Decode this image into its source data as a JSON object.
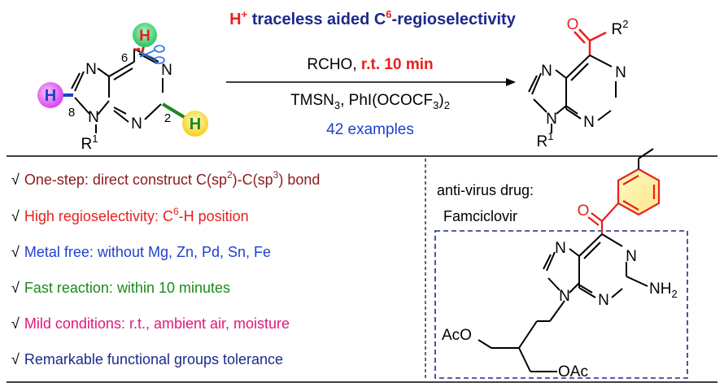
{
  "header": {
    "title": {
      "h": "H",
      "sup": "+",
      "mid": " traceless aided C",
      "sup2": "6",
      "end": "-regioselectivity"
    },
    "conditions": {
      "line1_reagent": "RCHO,",
      "line1_cond": " r.t. 10 min",
      "line2_a": "TMSN",
      "line2_sub1": "3",
      "line2_b": ", PhI(OCOCF",
      "line2_sub2": "3",
      "line2_c": ")",
      "line2_sub3": "2",
      "examples": "42 examples"
    }
  },
  "substrate": {
    "h_left": "H",
    "h_top": "H",
    "h_right": "H",
    "num_8": "8",
    "num_6": "6",
    "num_2": "2",
    "n7": "N",
    "n9": "N",
    "n1": "N",
    "n3": "N",
    "r1": "R",
    "r1_sup": "1"
  },
  "product": {
    "o": "O",
    "r2": "R",
    "r2_sup": "2",
    "n7": "N",
    "n9": "N",
    "n1": "N",
    "n3": "N",
    "r1": "R",
    "r1_sup": "1"
  },
  "features": [
    {
      "check": "√",
      "text": "One-step: direct construct C(sp",
      "sup": "2",
      "text2": ")-C(sp",
      "sup2": "3",
      "text3": ") bond",
      "color": "#8b1a1a"
    },
    {
      "check": "√",
      "text": "High regioselectivity:  C",
      "sup": "6",
      "text2": "-H position",
      "color": "#e8201c"
    },
    {
      "check": "√",
      "text": "Metal free: without Mg, Zn, Pd, Sn, Fe",
      "color": "#1f3fd1"
    },
    {
      "check": "√",
      "text": "Fast reaction: within 10 minutes",
      "color": "#1a8a1a"
    },
    {
      "check": "√",
      "text": "Mild conditions: r.t., ambient air, moisture",
      "color": "#e0187a"
    },
    {
      "check": "√",
      "text": "Remarkable functional groups tolerance",
      "color": "#1c2a8a"
    }
  ],
  "drug": {
    "label_line1": "anti-virus drug:",
    "label_line2": "Famciclovir",
    "o": "O",
    "n7": "N",
    "n9": "N",
    "n1": "N",
    "n3": "N",
    "nh2": "NH",
    "nh2_sub": "2",
    "aco": "AcO",
    "oac": "OAc"
  },
  "colors": {
    "red": "#e8201c",
    "blue": "#1f3fd1",
    "green": "#1a8a1a",
    "magenta": "#e0187a",
    "navy": "#1c2a8a",
    "h_top_fill": "#22c55e",
    "h_left_fill": "#d946ef",
    "h_right_fill": "#facc15"
  }
}
